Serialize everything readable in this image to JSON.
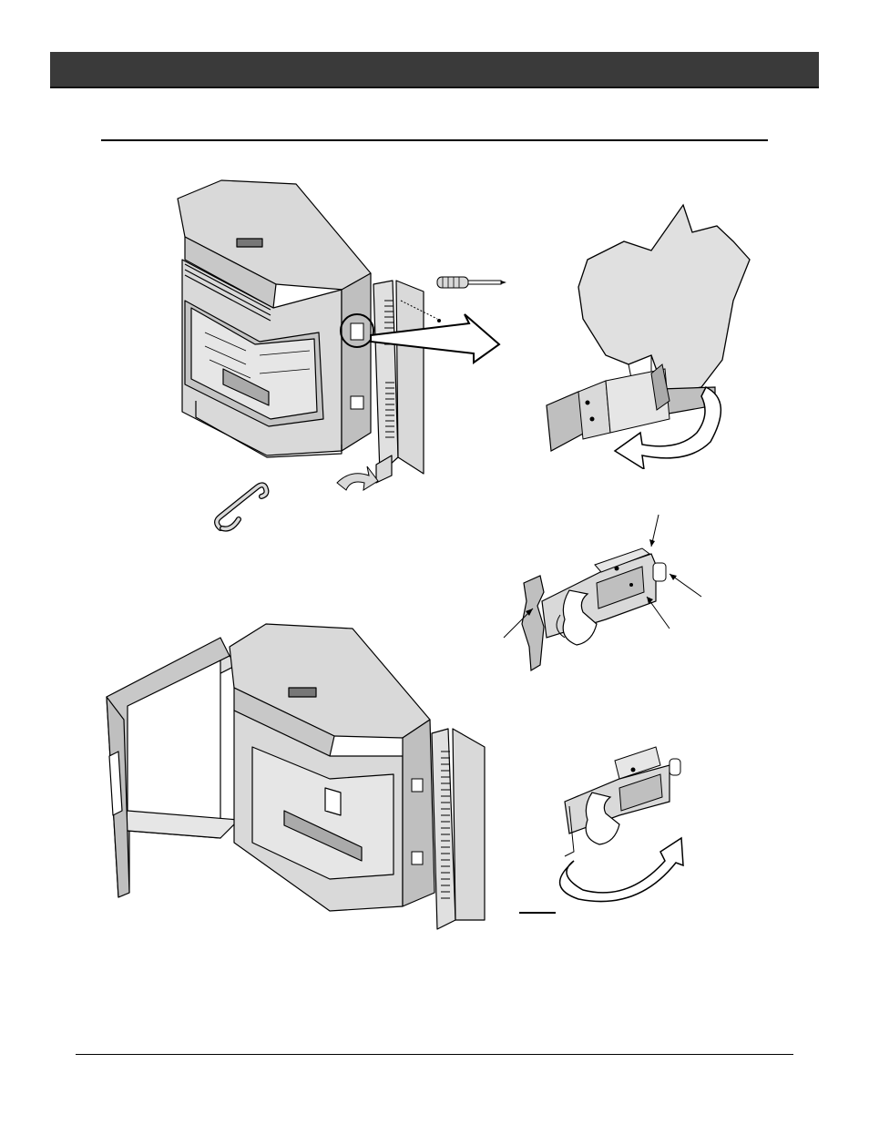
{
  "colors": {
    "header_bar": "#3a3a3a",
    "line": "#000000",
    "panel_fill": "#d9d9d9",
    "panel_dark": "#bfbfbf",
    "paper": "#ffffff"
  },
  "figures": [
    {
      "icon": "pellet-stove-side-panel-illustration"
    },
    {
      "icon": "screwdriver-icon"
    },
    {
      "icon": "hook-tool-icon"
    },
    {
      "icon": "hand-turning-latch-illustration"
    },
    {
      "icon": "latch-detail-illustration"
    },
    {
      "icon": "pellet-stove-doors-open-illustration"
    },
    {
      "icon": "latch-rotate-closed-illustration"
    }
  ]
}
